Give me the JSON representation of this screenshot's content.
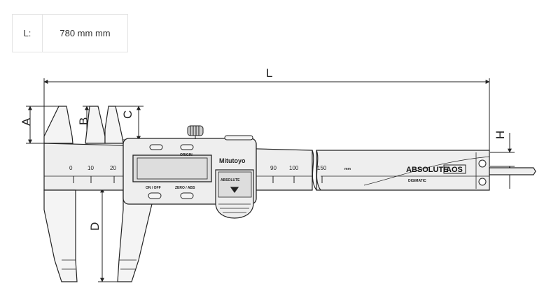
{
  "spec": {
    "key": "L:",
    "value": "780 mm mm"
  },
  "dimensions": {
    "A": "A",
    "B": "B",
    "C": "C",
    "D": "D",
    "H": "H",
    "L": "L"
  },
  "scale_left": [
    "0",
    "10",
    "20"
  ],
  "scale_right": [
    "90",
    "100",
    "150"
  ],
  "labels": {
    "origin": "ORIGIN",
    "on_off": "ON / OFF",
    "zero_abs": "ZERO / ABS",
    "brand": "Mitutoyo",
    "absolute_button": "ABSOLUTE",
    "absolute_logo": "ABSOLUTE",
    "aos": "AOS",
    "digimatic": "DIGIMATIC",
    "mm_mark": "mm"
  },
  "colors": {
    "line": "#222222",
    "body_fill": "#eeeeee",
    "display_fill": "#dddddd"
  }
}
